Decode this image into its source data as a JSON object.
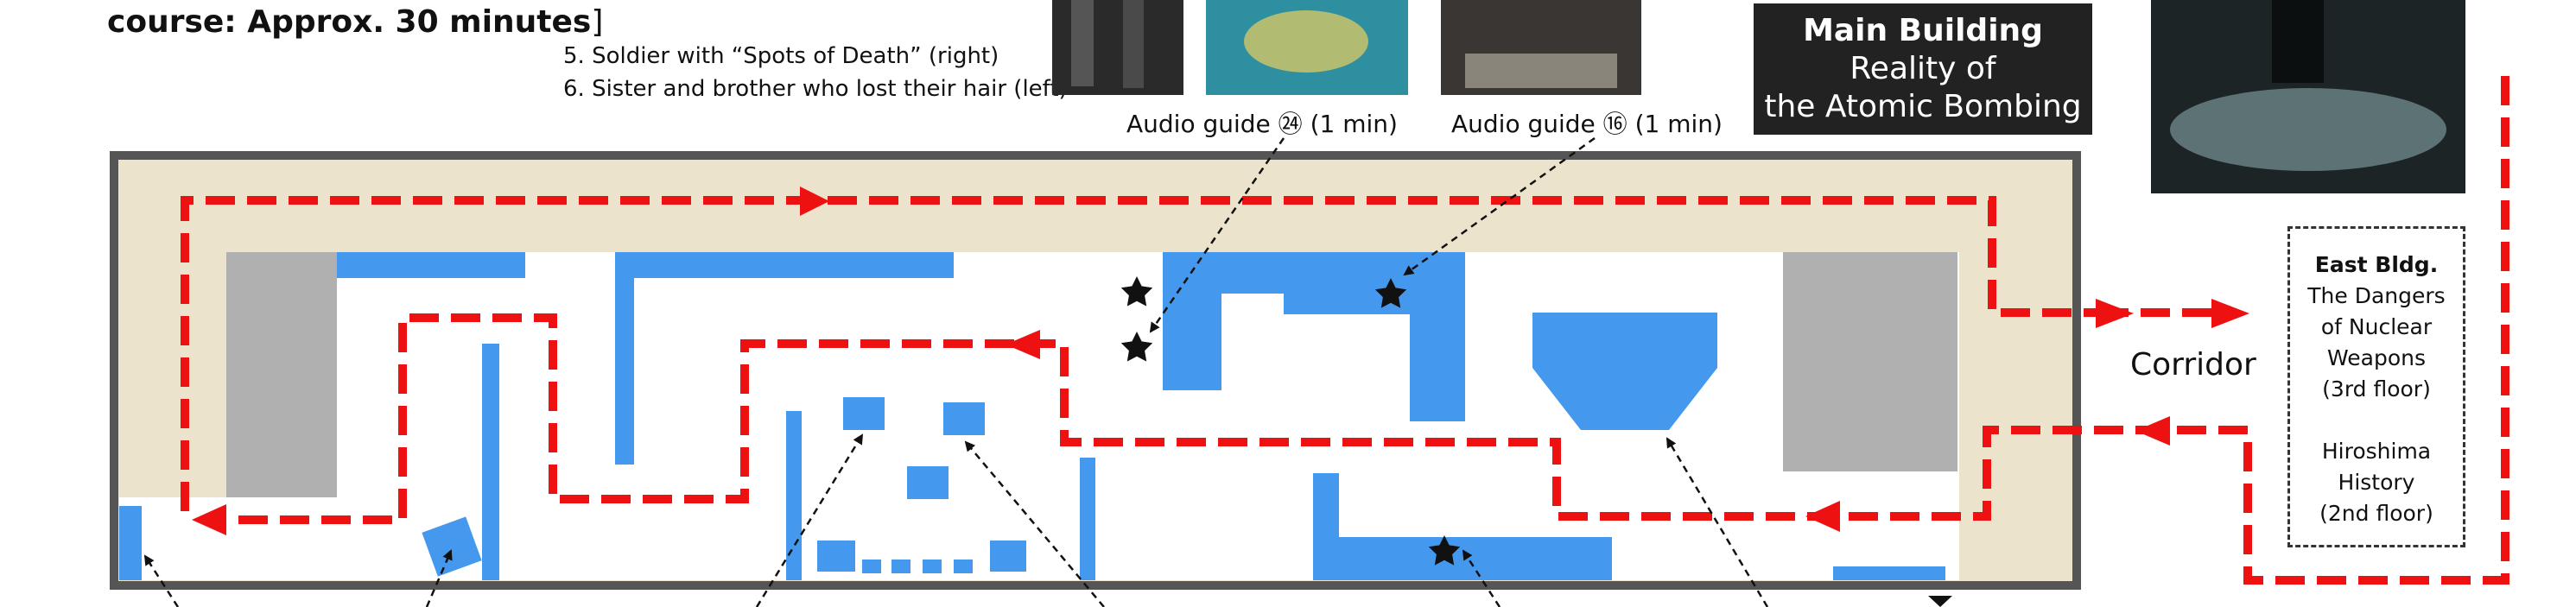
{
  "header": {
    "course_text": "course: Approx. 30 minutes",
    "bracket": "]"
  },
  "exhibit_list": [
    "5. Soldier with “Spots of Death” (right)",
    "6. Sister and brother who lost their hair (left)"
  ],
  "audio_guides": [
    "Audio guide ㉔ (1 min)",
    "Audio guide ⑯ (1 min)"
  ],
  "main_building": {
    "line1": "Main Building",
    "line2": "Reality of",
    "line3": "the Atomic Bombing"
  },
  "corridor_label": "Corridor",
  "east_building": {
    "title": "East Bldg.",
    "lines_a": [
      "The Dangers",
      "of Nuclear",
      "Weapons",
      "(3rd floor)"
    ],
    "lines_b": [
      "Hiroshima",
      "History",
      "(2nd floor)"
    ]
  },
  "colors": {
    "route": "#ee1111",
    "wall": "#4499ee",
    "beige": "#ebe3cb",
    "frame": "#555555",
    "gray_block": "#b0b0b0"
  },
  "icons": [
    "star-icon",
    "arrow-icon"
  ]
}
